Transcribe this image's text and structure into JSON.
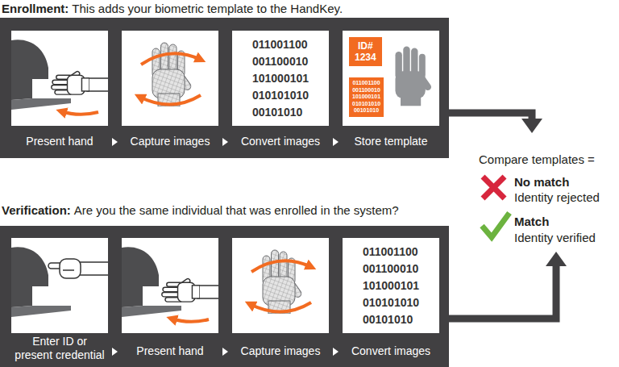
{
  "diagram": {
    "nodes": [
      {
        "text": [
          "Enrollment:",
          "This adds your biometric template to the HandKey."
        ]
      },
      {
        "text": [
          "Present hand"
        ],
        "in": 0
      },
      {
        "text": [
          "Capture images"
        ],
        "in": 0
      },
      {
        "text": [
          "011001100 001100010 101000101 010101010 00101010",
          "Convert images"
        ],
        "in": 0
      },
      {
        "text": [
          "Store template"
        ],
        "in": 0
      },
      {
        "text": [
          "ID# 1234"
        ],
        "in": 4
      },
      {
        "text": [
          "011001100 001100010 101000101 010101010 00101010"
        ],
        "in": 4
      },
      {
        "text": [
          "Verification:",
          "Are you the same individual that was enrolled in the system?"
        ]
      },
      {
        "text": [
          "Enter ID or present credential"
        ],
        "in": 7
      },
      {
        "text": [
          "Present hand"
        ],
        "in": 7
      },
      {
        "text": [
          "Capture images"
        ],
        "in": 7
      },
      {
        "text": [
          "011001100 001100010 101000101 010101010 00101010",
          "Convert images"
        ],
        "in": 7
      },
      {
        "text": [
          "Compare templates =",
          "No match",
          "Identity rejected",
          "Match",
          "Identity verified"
        ]
      }
    ],
    "edges": [
      {
        "from": 1,
        "to": 2,
        "arrow": "to"
      },
      {
        "from": 2,
        "to": 3,
        "arrow": "to"
      },
      {
        "from": 3,
        "to": 4,
        "arrow": "to"
      },
      {
        "from": 8,
        "to": 9,
        "arrow": "to"
      },
      {
        "from": 9,
        "to": 10,
        "arrow": "to"
      },
      {
        "from": 10,
        "to": 11,
        "arrow": "to"
      },
      {
        "from": 0,
        "to": 12,
        "arrow": "to"
      },
      {
        "from": 7,
        "to": 12,
        "arrow": "to"
      }
    ]
  }
}
